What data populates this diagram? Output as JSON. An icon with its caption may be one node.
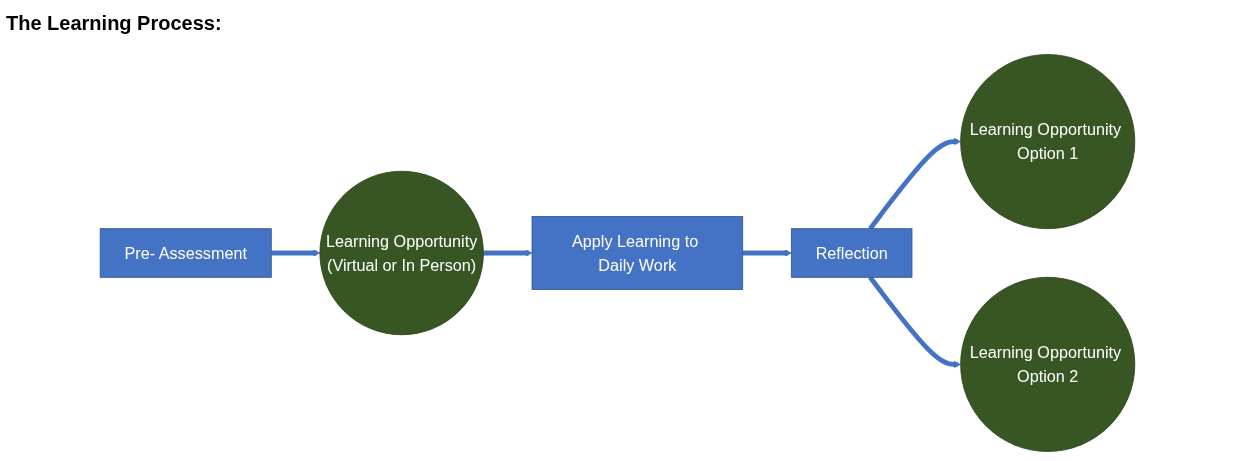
{
  "diagram": {
    "title": "The Learning Process:",
    "nodes": [
      {
        "text": [
          "Pre- Assessment"
        ]
      },
      {
        "text": [
          "Learning Opportunity",
          "(Virtual or In Person)"
        ]
      },
      {
        "text": [
          "Apply Learning to Daily Work"
        ]
      },
      {
        "text": [
          "Reflection"
        ]
      },
      {
        "text": [
          "Learning Opportunity Option 1"
        ]
      },
      {
        "text": [
          "Learning Opportunity Option 2"
        ]
      }
    ],
    "edges": [
      {
        "from": 0,
        "to": 1,
        "arrow": "to"
      },
      {
        "from": 1,
        "to": 2,
        "arrow": "to"
      },
      {
        "from": 2,
        "to": 3,
        "arrow": "to"
      },
      {
        "from": 3,
        "to": 4,
        "arrow": "to"
      },
      {
        "from": 3,
        "to": 5,
        "arrow": "to"
      }
    ]
  }
}
